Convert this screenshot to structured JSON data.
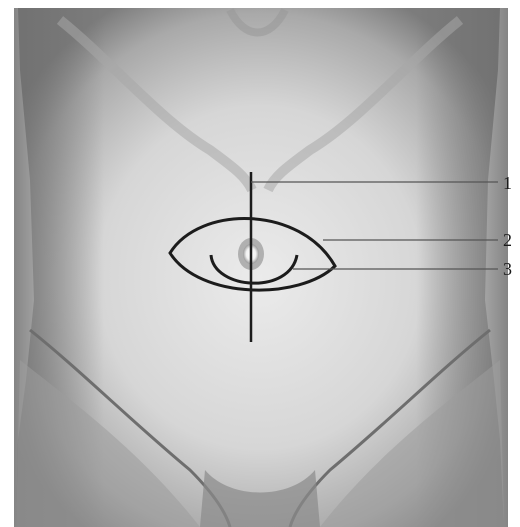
{
  "callouts": [
    {
      "id": "1",
      "label": "1"
    },
    {
      "id": "2",
      "label": "2"
    },
    {
      "id": "3",
      "label": "3"
    }
  ],
  "colors": {
    "background": "#ffffff",
    "skin_light": "#e2e2e2",
    "skin_mid": "#bdbdbd",
    "skin_dark": "#7e7e7e",
    "line": "#1c1c1c"
  },
  "icons": {
    "torso": "abdomen-illustration",
    "umbilicus": "navel-icon"
  }
}
